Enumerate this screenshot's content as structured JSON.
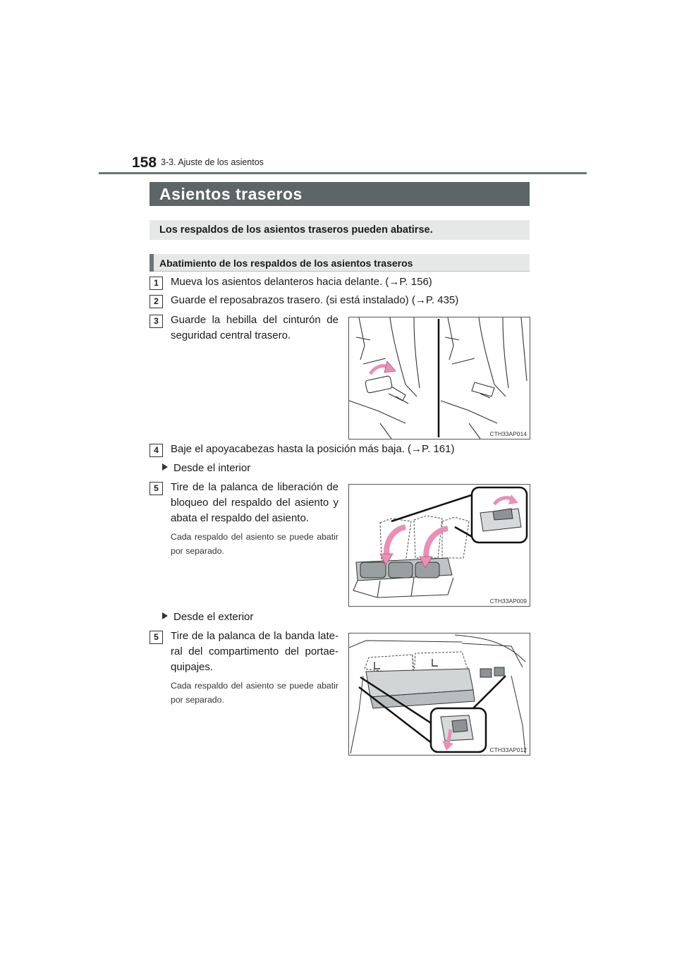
{
  "header": {
    "page_number": "158",
    "section": "3-3. Ajuste de los asientos"
  },
  "title": "Asientos traseros",
  "intro": "Los respaldos de los asientos traseros pueden abatirse.",
  "subheading": "Abatimiento de los respaldos de los asientos traseros",
  "steps": [
    {
      "num": "1",
      "text": "Mueva los asientos delanteros hacia delante. (→P. 156)"
    },
    {
      "num": "2",
      "text": "Guarde el reposabrazos trasero. (si está instalado) (→P. 435)"
    },
    {
      "num": "3",
      "text": "Guarde la hebilla del cinturón de seguridad central trasero."
    },
    {
      "num": "4",
      "text": "Baje el apoyacabezas hasta la posición más baja. (→P. 161)"
    },
    {
      "num": "5",
      "text": "Tire de la palanca de liberación de bloqueo del respaldo del asiento y abata el respaldo del asiento.",
      "note": "Cada respaldo del asiento se puede abatir por separado."
    },
    {
      "num": "5",
      "text": "Tire de la palanca de la banda late-ral del compartimento del portae-quipajes.",
      "note": "Cada respaldo del asiento se puede abatir por separado."
    }
  ],
  "bullets": {
    "interior": "Desde el interior",
    "exterior": "Desde el exterior"
  },
  "figures": {
    "fig1_code": "CTH33AP014",
    "fig2_code": "CTH33AP009",
    "fig3_code": "CTH33AP012"
  },
  "colors": {
    "title_bar": "#5d6566",
    "sub_bar": "#e6e8e8",
    "arrow_pink": "#e98fb8"
  }
}
